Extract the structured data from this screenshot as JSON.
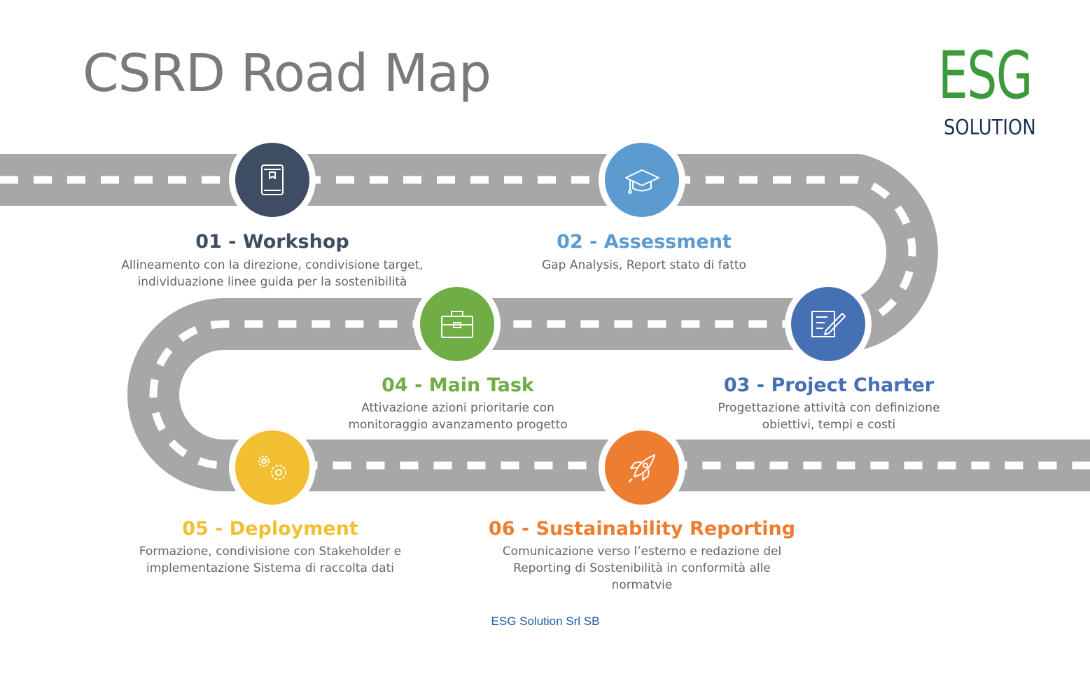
{
  "title": "CSRD Road Map",
  "logo": {
    "main": "ESG",
    "sub": "SOLUTION",
    "main_color": "#3d9a3b",
    "sub_color": "#1d2f52"
  },
  "steps": [
    {
      "title": "01 - Workshop",
      "description": "Allineamento con la direzione, condivisione target,\nindividuazione linee guida per la sostenibilità",
      "color": "#3f4d62",
      "icon": "book-icon"
    },
    {
      "title": "02 - Assessment",
      "description": "Gap Analysis, Report stato di fatto",
      "color": "#5b9bd0",
      "icon": "graduation-cap-icon"
    },
    {
      "title": "03 - Project Charter",
      "description": "Progettazione attività con definizione\nobiettivi, tempi e costi",
      "color": "#4670b4",
      "icon": "document-edit-icon"
    },
    {
      "title": "04 - Main Task",
      "description": "Attivazione azioni prioritarie con\nmonitoraggio avanzamento progetto",
      "color": "#6eae44",
      "icon": "briefcase-icon"
    },
    {
      "title": "05 - Deployment",
      "description": "Formazione, condivisione con Stakeholder e\nimplementazione Sistema di raccolta dati",
      "color": "#f1bf31",
      "icon": "gears-icon"
    },
    {
      "title": "06 - Sustainability Reporting",
      "description": "Comunicazione verso l’esterno e redazione del\nReporting di Sostenibilità in conformità alle\nnormatvie",
      "color": "#ed7d31",
      "icon": "rocket-icon"
    }
  ],
  "footer": "ESG Solution Srl SB",
  "road_color": "#a7a7a7",
  "desc_color": "#666666"
}
